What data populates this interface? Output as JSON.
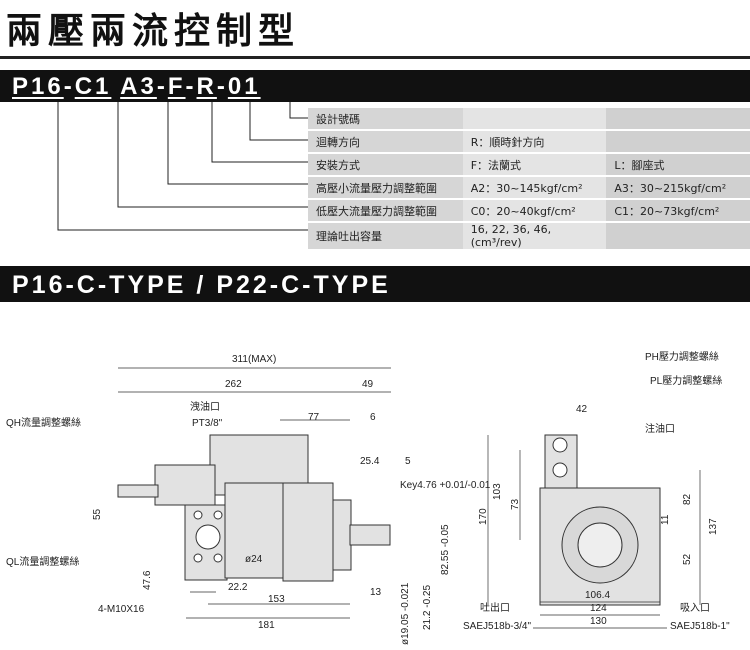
{
  "title": "兩壓兩流控制型",
  "model_code": {
    "parts": [
      "P16",
      "-",
      "C1",
      "A3",
      "-",
      "F",
      "-",
      "R",
      "-",
      "01"
    ]
  },
  "spec_rows": [
    {
      "label": "設計號碼",
      "v1": "",
      "v2": ""
    },
    {
      "label": "迴轉方向",
      "v1": "R：順時針方向",
      "v2": ""
    },
    {
      "label": "安裝方式",
      "v1": "F：法蘭式",
      "v2": "L：腳座式"
    },
    {
      "label": "高壓小流量壓力調整範圍",
      "v1": "A2：30~145kgf/cm²",
      "v2": "A3：30~215kgf/cm²"
    },
    {
      "label": "低壓大流量壓力調整範圍",
      "v1": "C0：20~40kgf/cm²",
      "v2": "C1：20~73kgf/cm²"
    },
    {
      "label": "理論吐出容量",
      "v1": "16, 22, 36, 46, (cm³/rev)",
      "v2": ""
    }
  ],
  "section_title": "P16-C-TYPE / P22-C-TYPE",
  "side_view": {
    "dim_311": "311(MAX)",
    "dim_262": "262",
    "dim_49": "49",
    "drain": "洩油口",
    "drain_spec": "PT3/8\"",
    "dim_77": "77",
    "dim_6": "6",
    "qh": "QH流量調整螺絲",
    "dim_25_4": "25.4",
    "dim_5": "5",
    "key": "Key4.76 +0.01/-0.01",
    "dim_55": "55",
    "dim_82_55": "82.55 -0.05",
    "ql": "QL流量調整螺絲",
    "dia24": "ø24",
    "dim_47_6": "47.6",
    "dim_22_2": "22.2",
    "dim_13": "13",
    "bolts": "4-M10X16",
    "dim_153": "153",
    "dim_181": "181",
    "shaft": "ø19.05 -0.021",
    "dim_21_2": "21.2 -0.25"
  },
  "front_view": {
    "ph": "PH壓力調整螺絲",
    "pl": "PL壓力調整螺絲",
    "dim_42": "42",
    "inlet_note": "注油口",
    "dim_170": "170",
    "dim_103": "103",
    "dim_73": "73",
    "dim_82": "82",
    "dim_11": "11",
    "dim_137": "137",
    "dim_52": "52",
    "dim_106_4": "106.4",
    "dim_124": "124",
    "dim_130": "130",
    "outlet": "吐出口",
    "outlet_spec": "SAEJ518b-3/4\"",
    "suction": "吸入口",
    "suction_spec": "SAEJ518b-1\""
  }
}
